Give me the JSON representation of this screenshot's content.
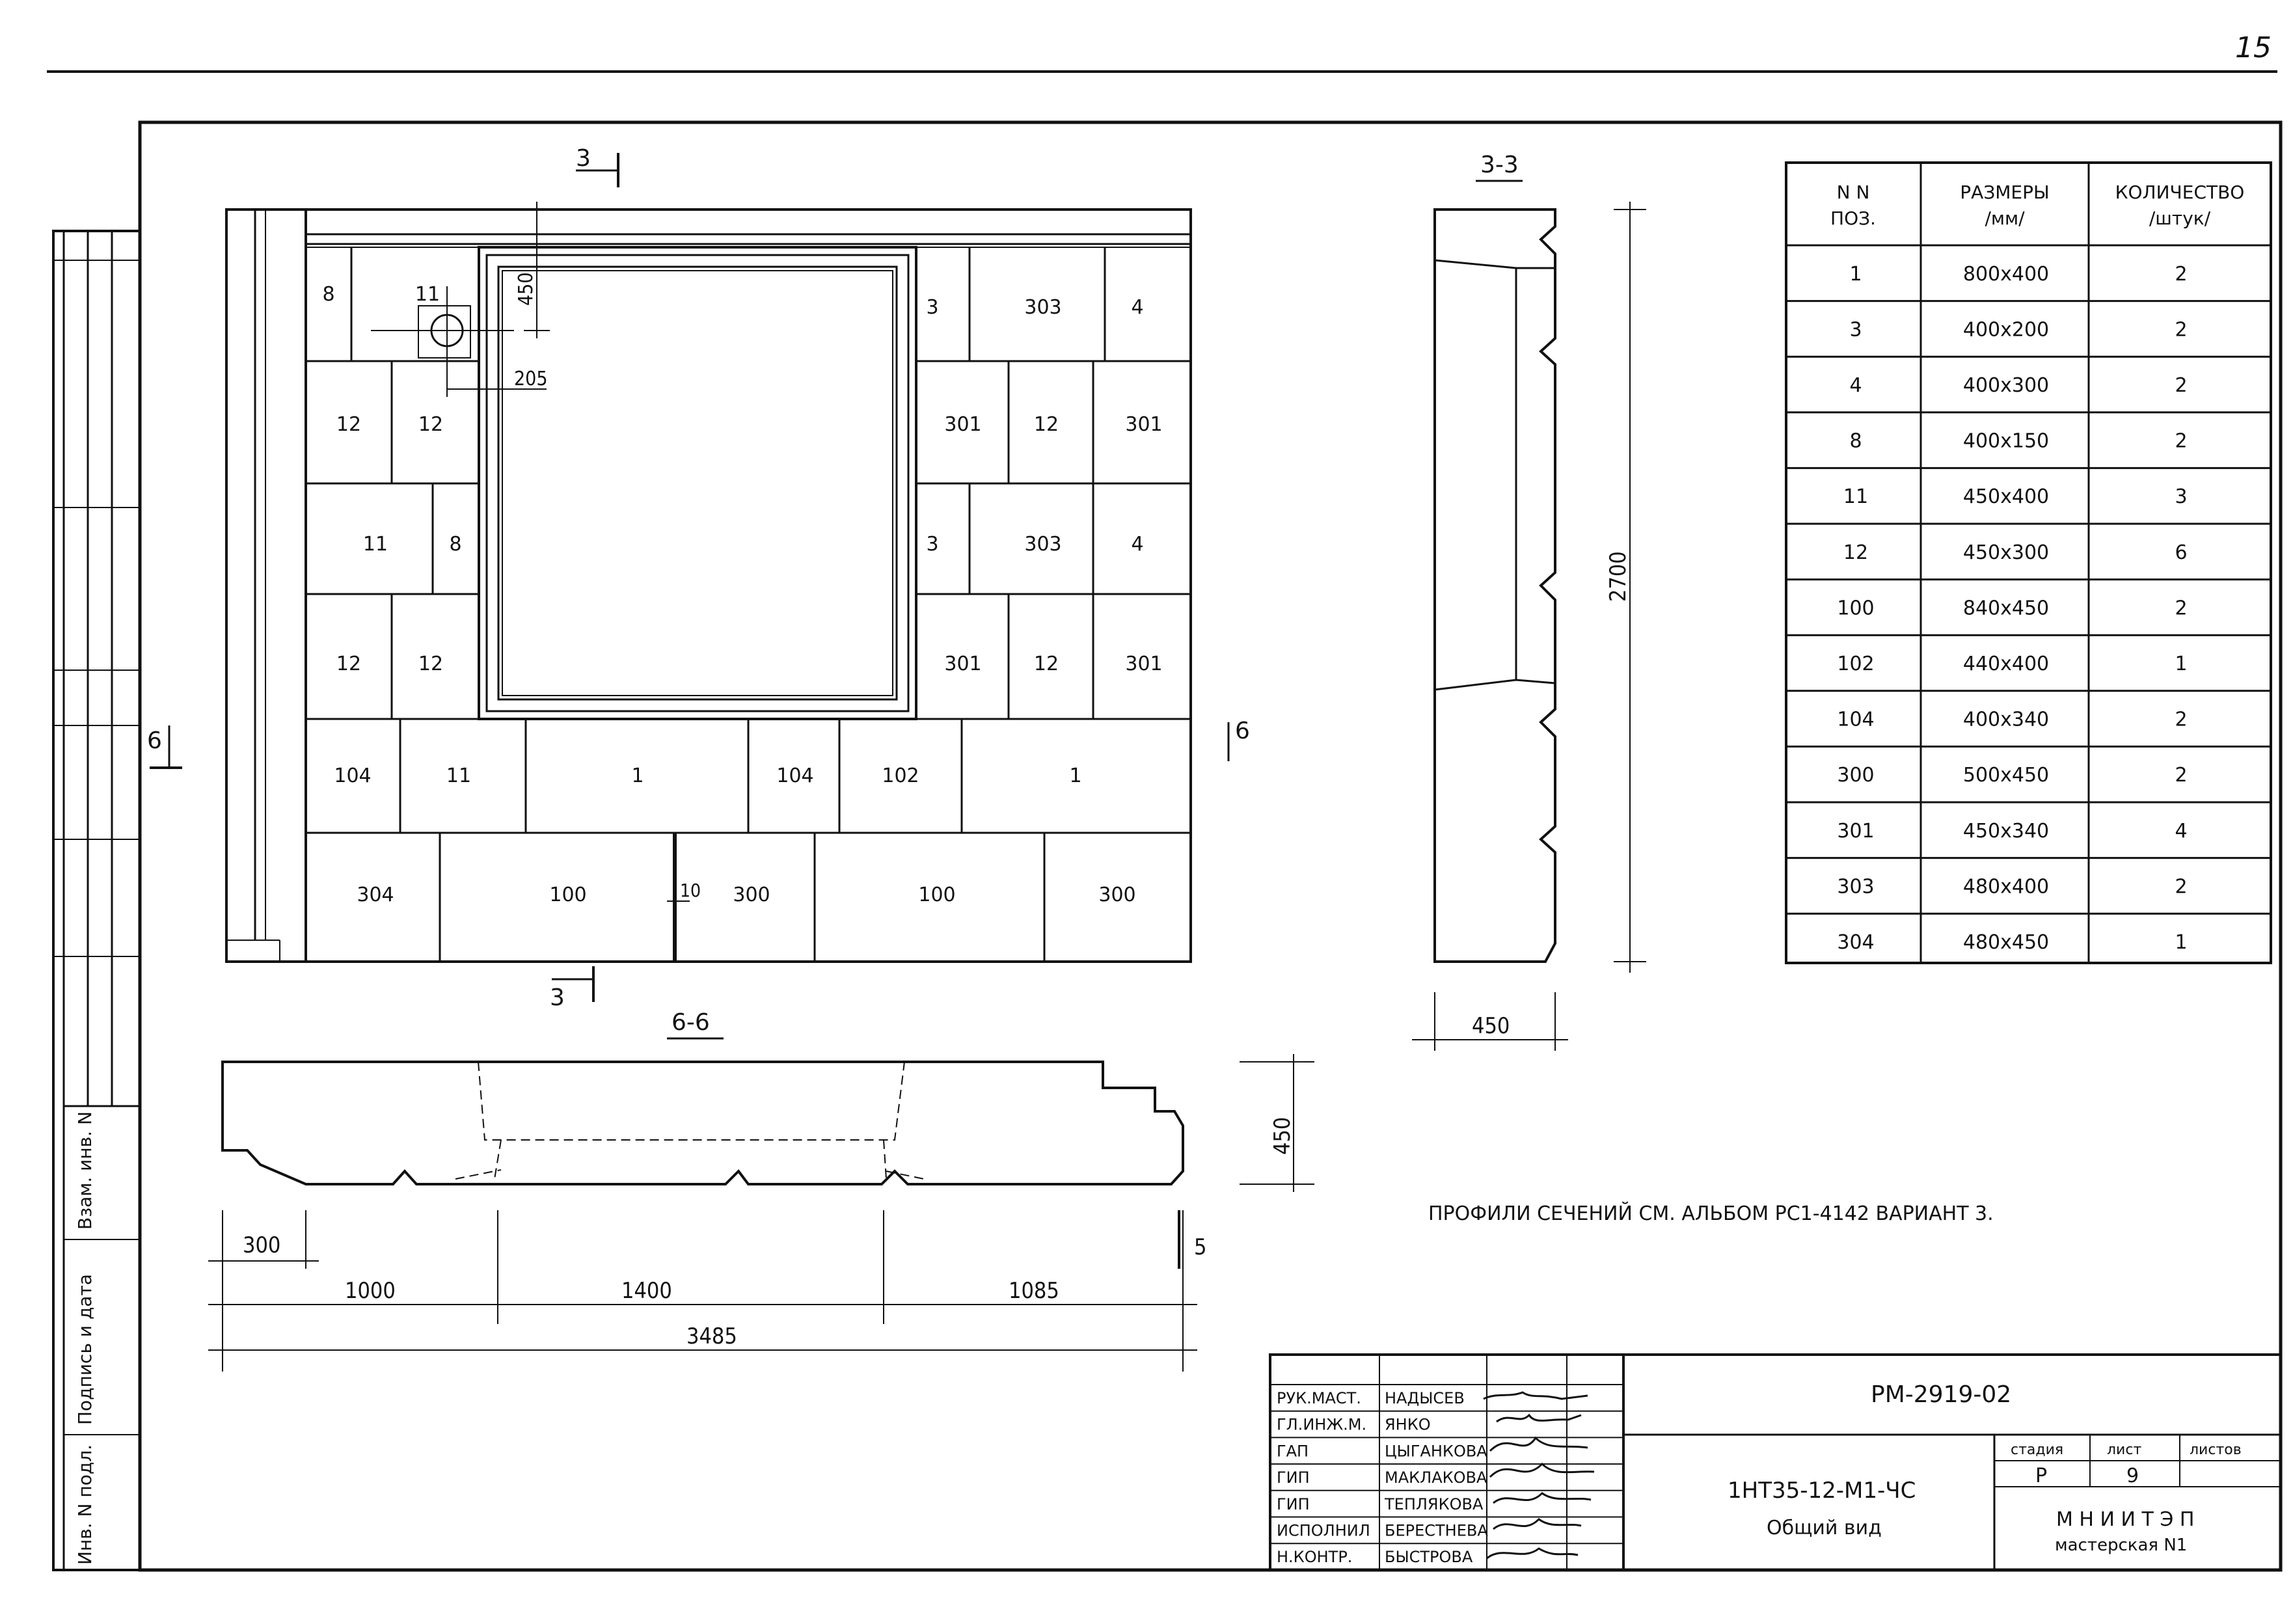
{
  "page_number": "15",
  "side_stamp": {
    "labels": [
      "Инв. N подл.",
      "Подпись и дата",
      "Взам. инв. N"
    ]
  },
  "elevation": {
    "section_mark": "3",
    "view_mark": "6",
    "dims": {
      "top_450": "450",
      "hole_205": "205",
      "gap_10": "10"
    },
    "blocks": [
      {
        "label": "8"
      },
      {
        "label": "11"
      },
      {
        "label": "3"
      },
      {
        "label": "303"
      },
      {
        "label": "4"
      },
      {
        "label": "12"
      },
      {
        "label": "12"
      },
      {
        "label": "301"
      },
      {
        "label": "12"
      },
      {
        "label": "301"
      },
      {
        "label": "11"
      },
      {
        "label": "8"
      },
      {
        "label": "3"
      },
      {
        "label": "303"
      },
      {
        "label": "4"
      },
      {
        "label": "12"
      },
      {
        "label": "12"
      },
      {
        "label": "301"
      },
      {
        "label": "12"
      },
      {
        "label": "301"
      },
      {
        "label": "104"
      },
      {
        "label": "11"
      },
      {
        "label": "1"
      },
      {
        "label": "104"
      },
      {
        "label": "102"
      },
      {
        "label": "1"
      },
      {
        "label": "304"
      },
      {
        "label": "100"
      },
      {
        "label": "300"
      },
      {
        "label": "100"
      },
      {
        "label": "300"
      }
    ]
  },
  "section_3_3": {
    "title": "3-3",
    "height_dim": "2700",
    "width_dim": "450"
  },
  "section_6_6": {
    "title": "6-6",
    "height_dim": "450",
    "dims": [
      "300",
      "1000",
      "1400",
      "1085",
      "5",
      "3485"
    ]
  },
  "spec_table": {
    "headers": [
      "N N\nПОЗ.",
      "РАЗМЕРЫ\n/мм/",
      "КОЛИЧЕСТВО\n/штук/"
    ],
    "rows": [
      [
        "1",
        "800x400",
        "2"
      ],
      [
        "3",
        "400x200",
        "2"
      ],
      [
        "4",
        "400x300",
        "2"
      ],
      [
        "8",
        "400x150",
        "2"
      ],
      [
        "11",
        "450x400",
        "3"
      ],
      [
        "12",
        "450x300",
        "6"
      ],
      [
        "100",
        "840x450",
        "2"
      ],
      [
        "102",
        "440x400",
        "1"
      ],
      [
        "104",
        "400x340",
        "2"
      ],
      [
        "300",
        "500x450",
        "2"
      ],
      [
        "301",
        "450x340",
        "4"
      ],
      [
        "303",
        "480x400",
        "2"
      ],
      [
        "304",
        "480x450",
        "1"
      ]
    ]
  },
  "note": "ПРОФИЛИ СЕЧЕНИЙ СМ. АЛЬБОМ РС1-4142 ВАРИАНТ 3.",
  "title_block": {
    "doc_code": "РМ-2919-02",
    "signatures": [
      {
        "role": "РУК.МАСТ.",
        "name": "НАДЫСЕВ"
      },
      {
        "role": "ГЛ.ИНЖ.М.",
        "name": "ЯНКО"
      },
      {
        "role": "ГАП",
        "name": "ЦЫГАНКОВА"
      },
      {
        "role": "ГИП",
        "name": "МАКЛАКОВА"
      },
      {
        "role": "ГИП",
        "name": "ТЕПЛЯКОВА"
      },
      {
        "role": "ИСПОЛНИЛ",
        "name": "БЕРЕСТНЕВА"
      },
      {
        "role": "Н.КОНТР.",
        "name": "БЫСТРОВА"
      }
    ],
    "drawing_code": "1НТ35-12-М1-ЧС",
    "drawing_name": "Общий вид",
    "stage_label": "стадия",
    "sheet_label": "лист",
    "sheets_label": "листов",
    "stage": "Р",
    "sheet": "9",
    "org": "М Н И И Т Э П",
    "org_sub": "мастерская  N1"
  }
}
